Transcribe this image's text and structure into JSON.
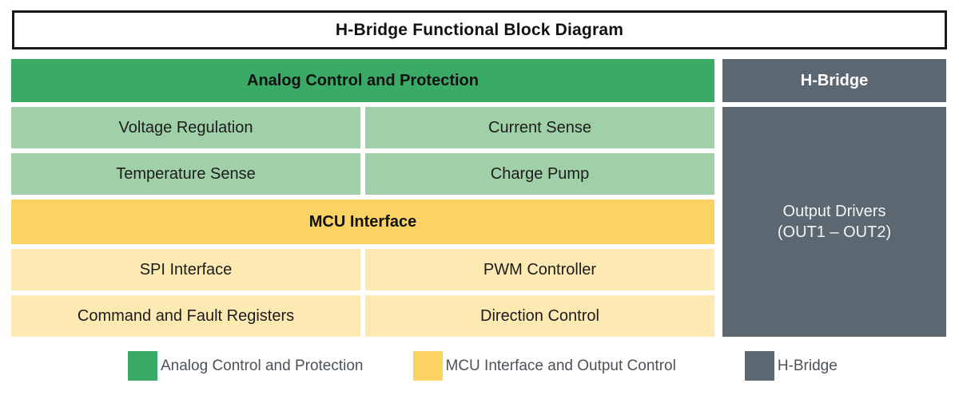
{
  "title": "H-Bridge Functional Block Diagram",
  "colors": {
    "analog_header": "#3aaa67",
    "analog_cell": "#9fd0a8",
    "mcu_header": "#fad364",
    "mcu_cell": "#fdeab3",
    "hbridge": "#5b6771"
  },
  "sections": {
    "analog": {
      "header": "Analog Control and Protection",
      "cells": [
        "Voltage Regulation",
        "Current Sense",
        "Temperature Sense",
        "Charge Pump"
      ]
    },
    "mcu": {
      "header": "MCU Interface",
      "cells": [
        "SPI Interface",
        "PWM Controller",
        "Command and Fault Registers",
        "Direction Control"
      ]
    },
    "hbridge": {
      "header": "H-Bridge",
      "block_line1": "Output Drivers",
      "block_line2": "(OUT1 – OUT2)"
    }
  },
  "legend": {
    "items": [
      {
        "label": "Analog Control and Protection",
        "color": "#3aaa67"
      },
      {
        "label": "MCU Interface and Output Control",
        "color": "#fad364"
      },
      {
        "label": "H-Bridge",
        "color": "#5b6771"
      }
    ]
  }
}
